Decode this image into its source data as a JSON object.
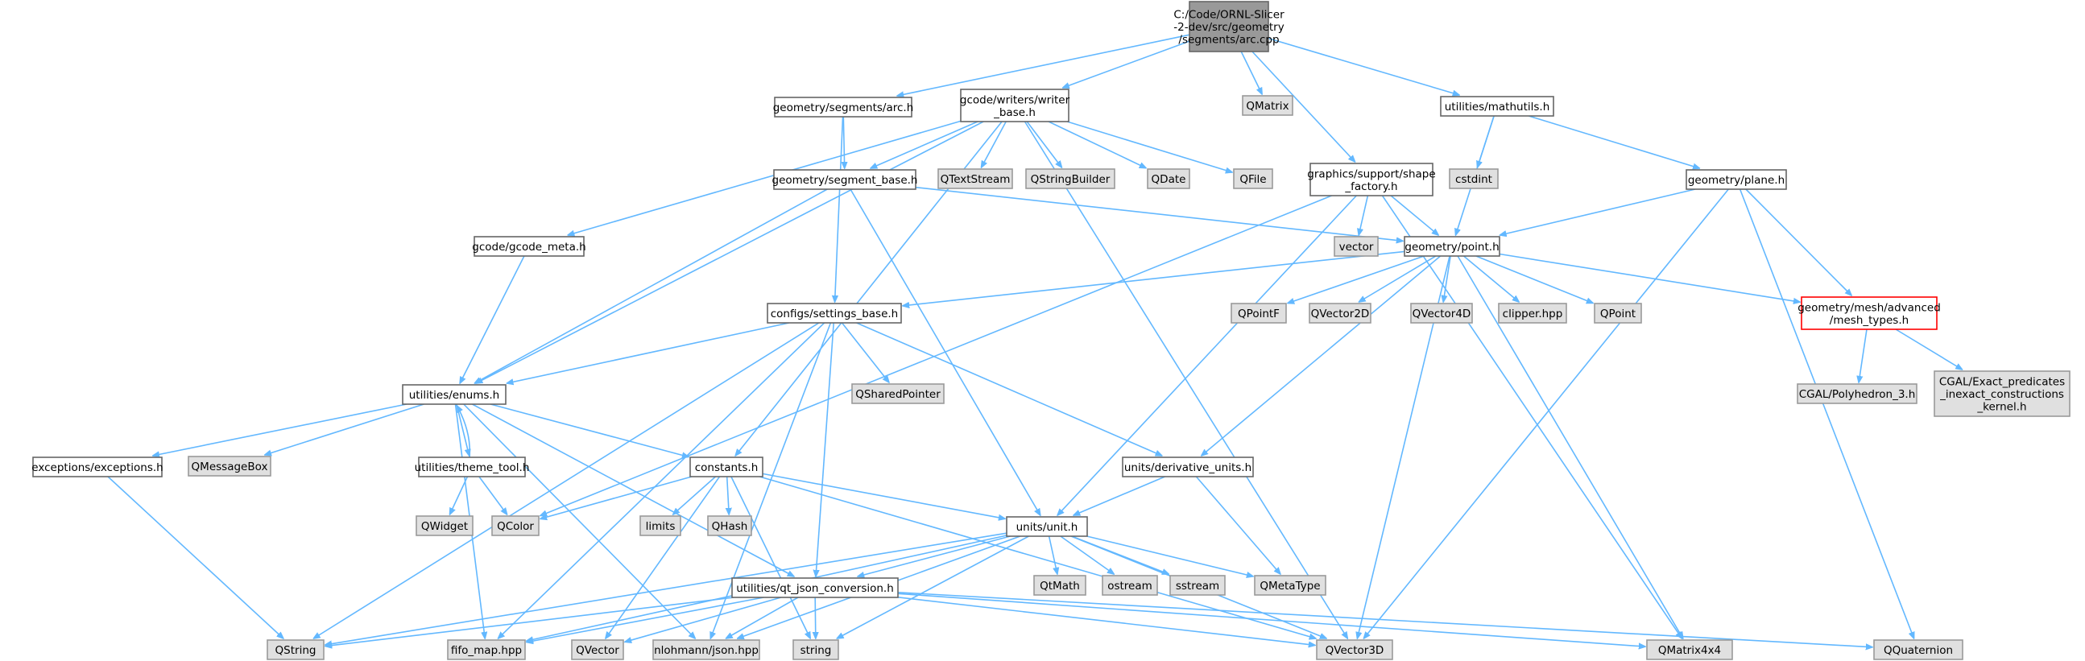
{
  "diagram": {
    "type": "include-dependency-graph",
    "colors": {
      "root_fill": "#999999",
      "root_border": "#666666",
      "file_fill": "#ffffff",
      "file_border": "#666666",
      "system_fill": "#e0e0e0",
      "system_border": "#999999",
      "truncated_border": "#ff0000",
      "edge": "#63b8ff"
    },
    "nodes": [
      {
        "id": "root",
        "kind": "root",
        "lines": [
          "C:/Code/ORNL-Slicer",
          "-2-dev/src/geometry",
          "/segments/arc.cpp"
        ]
      },
      {
        "id": "arc_h",
        "kind": "file",
        "lines": [
          "geometry/segments/arc.h"
        ]
      },
      {
        "id": "writer_base",
        "kind": "file",
        "lines": [
          "gcode/writers/writer",
          "_base.h"
        ]
      },
      {
        "id": "qmatrix",
        "kind": "system",
        "lines": [
          "QMatrix"
        ]
      },
      {
        "id": "mathutils",
        "kind": "file",
        "lines": [
          "utilities/mathutils.h"
        ]
      },
      {
        "id": "segment_base",
        "kind": "file",
        "lines": [
          "geometry/segment_base.h"
        ]
      },
      {
        "id": "qtextstream",
        "kind": "system",
        "lines": [
          "QTextStream"
        ]
      },
      {
        "id": "qstringbuilder",
        "kind": "system",
        "lines": [
          "QStringBuilder"
        ]
      },
      {
        "id": "qdate",
        "kind": "system",
        "lines": [
          "QDate"
        ]
      },
      {
        "id": "qfile",
        "kind": "system",
        "lines": [
          "QFile"
        ]
      },
      {
        "id": "shape_factory",
        "kind": "file",
        "lines": [
          "graphics/support/shape",
          "_factory.h"
        ]
      },
      {
        "id": "cstdint",
        "kind": "system",
        "lines": [
          "cstdint"
        ]
      },
      {
        "id": "plane",
        "kind": "file",
        "lines": [
          "geometry/plane.h"
        ]
      },
      {
        "id": "gcode_meta",
        "kind": "file",
        "lines": [
          "gcode/gcode_meta.h"
        ]
      },
      {
        "id": "vector",
        "kind": "system",
        "lines": [
          "vector"
        ]
      },
      {
        "id": "point",
        "kind": "file",
        "lines": [
          "geometry/point.h"
        ]
      },
      {
        "id": "mesh_types",
        "kind": "truncated",
        "lines": [
          "geometry/mesh/advanced",
          "/mesh_types.h"
        ]
      },
      {
        "id": "settings_base",
        "kind": "file",
        "lines": [
          "configs/settings_base.h"
        ]
      },
      {
        "id": "qpointf",
        "kind": "system",
        "lines": [
          "QPointF"
        ]
      },
      {
        "id": "qvector2d",
        "kind": "system",
        "lines": [
          "QVector2D"
        ]
      },
      {
        "id": "qvector4d",
        "kind": "system",
        "lines": [
          "QVector4D"
        ]
      },
      {
        "id": "clipper",
        "kind": "system",
        "lines": [
          "clipper.hpp"
        ]
      },
      {
        "id": "qpoint",
        "kind": "system",
        "lines": [
          "QPoint"
        ]
      },
      {
        "id": "polyhedron",
        "kind": "system",
        "lines": [
          "CGAL/Polyhedron_3.h"
        ]
      },
      {
        "id": "cgal_kernel",
        "kind": "system",
        "lines": [
          "CGAL/Exact_predicates",
          "_inexact_constructions",
          "_kernel.h"
        ]
      },
      {
        "id": "enums",
        "kind": "file",
        "lines": [
          "utilities/enums.h"
        ]
      },
      {
        "id": "qsharedpointer",
        "kind": "system",
        "lines": [
          "QSharedPointer"
        ]
      },
      {
        "id": "exceptions",
        "kind": "file",
        "lines": [
          "exceptions/exceptions.h"
        ]
      },
      {
        "id": "qmessagebox",
        "kind": "system",
        "lines": [
          "QMessageBox"
        ]
      },
      {
        "id": "theme_tool",
        "kind": "file",
        "lines": [
          "utilities/theme_tool.h"
        ]
      },
      {
        "id": "constants",
        "kind": "file",
        "lines": [
          "constants.h"
        ]
      },
      {
        "id": "derivative_units",
        "kind": "file",
        "lines": [
          "units/derivative_units.h"
        ]
      },
      {
        "id": "qwidget",
        "kind": "system",
        "lines": [
          "QWidget"
        ]
      },
      {
        "id": "qcolor",
        "kind": "system",
        "lines": [
          "QColor"
        ]
      },
      {
        "id": "limits",
        "kind": "system",
        "lines": [
          "limits"
        ]
      },
      {
        "id": "qhash",
        "kind": "system",
        "lines": [
          "QHash"
        ]
      },
      {
        "id": "unit",
        "kind": "file",
        "lines": [
          "units/unit.h"
        ]
      },
      {
        "id": "qtmath",
        "kind": "system",
        "lines": [
          "QtMath"
        ]
      },
      {
        "id": "ostream",
        "kind": "system",
        "lines": [
          "ostream"
        ]
      },
      {
        "id": "sstream",
        "kind": "system",
        "lines": [
          "sstream"
        ]
      },
      {
        "id": "qmetatype",
        "kind": "system",
        "lines": [
          "QMetaType"
        ]
      },
      {
        "id": "qt_json",
        "kind": "file",
        "lines": [
          "utilities/qt_json_conversion.h"
        ]
      },
      {
        "id": "qstring",
        "kind": "system",
        "lines": [
          "QString"
        ]
      },
      {
        "id": "fifo_map",
        "kind": "system",
        "lines": [
          "fifo_map.hpp"
        ]
      },
      {
        "id": "qvector",
        "kind": "system",
        "lines": [
          "QVector"
        ]
      },
      {
        "id": "nlohmann",
        "kind": "system",
        "lines": [
          "nlohmann/json.hpp"
        ]
      },
      {
        "id": "string",
        "kind": "system",
        "lines": [
          "string"
        ]
      },
      {
        "id": "qvector3d",
        "kind": "system",
        "lines": [
          "QVector3D"
        ]
      },
      {
        "id": "qmatrix4x4",
        "kind": "system",
        "lines": [
          "QMatrix4x4"
        ]
      },
      {
        "id": "qquaternion",
        "kind": "system",
        "lines": [
          "QQuaternion"
        ]
      }
    ],
    "edges": [
      [
        "root",
        "arc_h"
      ],
      [
        "root",
        "writer_base"
      ],
      [
        "root",
        "qmatrix"
      ],
      [
        "root",
        "mathutils"
      ],
      [
        "root",
        "shape_factory"
      ],
      [
        "arc_h",
        "segment_base"
      ],
      [
        "arc_h",
        "settings_base"
      ],
      [
        "writer_base",
        "segment_base"
      ],
      [
        "writer_base",
        "qtextstream"
      ],
      [
        "writer_base",
        "qstringbuilder"
      ],
      [
        "writer_base",
        "qdate"
      ],
      [
        "writer_base",
        "qfile"
      ],
      [
        "writer_base",
        "gcode_meta"
      ],
      [
        "writer_base",
        "enums"
      ],
      [
        "writer_base",
        "constants"
      ],
      [
        "writer_base",
        "qvector3d"
      ],
      [
        "mathutils",
        "cstdint"
      ],
      [
        "mathutils",
        "plane"
      ],
      [
        "mathutils",
        "point"
      ],
      [
        "segment_base",
        "point"
      ],
      [
        "segment_base",
        "enums"
      ],
      [
        "segment_base",
        "unit"
      ],
      [
        "shape_factory",
        "vector"
      ],
      [
        "shape_factory",
        "point"
      ],
      [
        "shape_factory",
        "qcolor"
      ],
      [
        "shape_factory",
        "qmatrix4x4"
      ],
      [
        "shape_factory",
        "unit"
      ],
      [
        "plane",
        "point"
      ],
      [
        "plane",
        "mesh_types"
      ],
      [
        "plane",
        "qvector3d"
      ],
      [
        "plane",
        "qquaternion"
      ],
      [
        "gcode_meta",
        "enums"
      ],
      [
        "point",
        "settings_base"
      ],
      [
        "point",
        "qpointf"
      ],
      [
        "point",
        "qvector2d"
      ],
      [
        "point",
        "qvector4d"
      ],
      [
        "point",
        "clipper"
      ],
      [
        "point",
        "qpoint"
      ],
      [
        "point",
        "mesh_types"
      ],
      [
        "point",
        "derivative_units"
      ],
      [
        "point",
        "qvector3d"
      ],
      [
        "point",
        "qmatrix4x4"
      ],
      [
        "mesh_types",
        "polyhedron"
      ],
      [
        "mesh_types",
        "cgal_kernel"
      ],
      [
        "settings_base",
        "enums"
      ],
      [
        "settings_base",
        "qsharedpointer"
      ],
      [
        "settings_base",
        "derivative_units"
      ],
      [
        "settings_base",
        "qt_json"
      ],
      [
        "settings_base",
        "qstring"
      ],
      [
        "settings_base",
        "fifo_map"
      ],
      [
        "settings_base",
        "nlohmann"
      ],
      [
        "enums",
        "exceptions"
      ],
      [
        "enums",
        "qmessagebox"
      ],
      [
        "enums",
        "theme_tool"
      ],
      [
        "enums",
        "constants"
      ],
      [
        "enums",
        "qt_json"
      ],
      [
        "enums",
        "fifo_map"
      ],
      [
        "enums",
        "nlohmann"
      ],
      [
        "theme_tool",
        "enums"
      ],
      [
        "theme_tool",
        "qwidget"
      ],
      [
        "theme_tool",
        "qcolor"
      ],
      [
        "exceptions",
        "qstring"
      ],
      [
        "constants",
        "qcolor"
      ],
      [
        "constants",
        "limits"
      ],
      [
        "constants",
        "qhash"
      ],
      [
        "constants",
        "unit"
      ],
      [
        "constants",
        "qvector"
      ],
      [
        "constants",
        "string"
      ],
      [
        "constants",
        "qvector3d"
      ],
      [
        "derivative_units",
        "unit"
      ],
      [
        "derivative_units",
        "qmetatype"
      ],
      [
        "unit",
        "qtmath"
      ],
      [
        "unit",
        "ostream"
      ],
      [
        "unit",
        "sstream"
      ],
      [
        "unit",
        "qmetatype"
      ],
      [
        "unit",
        "qt_json"
      ],
      [
        "unit",
        "qstring"
      ],
      [
        "unit",
        "nlohmann"
      ],
      [
        "unit",
        "string"
      ],
      [
        "unit",
        "qvector3d"
      ],
      [
        "unit",
        "fifo_map"
      ],
      [
        "qt_json",
        "qstring"
      ],
      [
        "qt_json",
        "fifo_map"
      ],
      [
        "qt_json",
        "qvector"
      ],
      [
        "qt_json",
        "nlohmann"
      ],
      [
        "qt_json",
        "string"
      ],
      [
        "qt_json",
        "qvector3d"
      ],
      [
        "qt_json",
        "qmatrix4x4"
      ],
      [
        "qt_json",
        "qquaternion"
      ]
    ]
  }
}
